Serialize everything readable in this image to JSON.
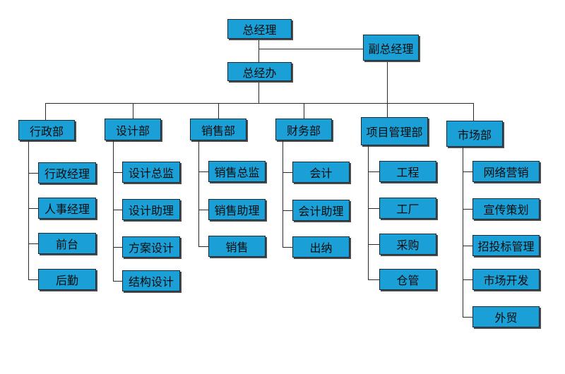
{
  "org": {
    "top": {
      "gm": "总经理",
      "deputy": "副总经理",
      "office": "总经办"
    },
    "departments": [
      {
        "name": "行政部",
        "items": [
          "行政经理",
          "人事经理",
          "前台",
          "后勤"
        ]
      },
      {
        "name": "设计部",
        "items": [
          "设计总监",
          "设计助理",
          "方案设计",
          "结构设计"
        ]
      },
      {
        "name": "销售部",
        "items": [
          "销售总监",
          "销售助理",
          "销售"
        ]
      },
      {
        "name": "财务部",
        "items": [
          "会计",
          "会计助理",
          "出纳"
        ]
      },
      {
        "name": "项目管理部",
        "items": [
          "工程",
          "工厂",
          "采购",
          "仓管"
        ]
      },
      {
        "name": "市场部",
        "items": [
          "网络营销",
          "宣传策划",
          "招投标管理",
          "市场开发",
          "外贸"
        ]
      }
    ]
  },
  "colors": {
    "box_fill": "#1aa0d6",
    "box_border": "#1b2a33",
    "line": "#2b2b2b"
  }
}
